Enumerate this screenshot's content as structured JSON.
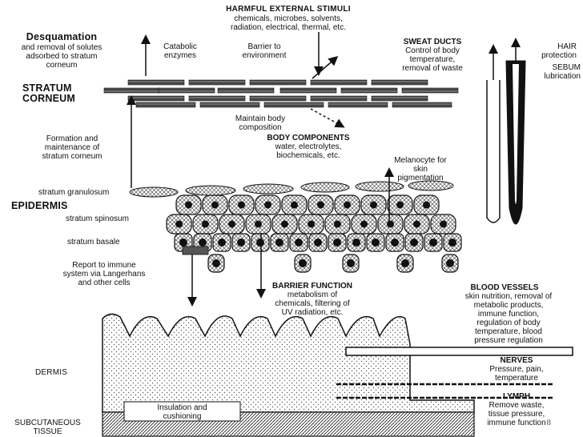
{
  "labels": {
    "harmful_title": "HARMFUL EXTERNAL STIMULI",
    "harmful_body": "chemicals, microbes, solvents,\nradiation, electrical, thermal, etc.",
    "desquamation_title": "Desquamation",
    "desquamation_body": "and removal of solutes\nadsorbed to stratum\ncorneum",
    "catabolic": "Catabolic\nenzymes",
    "barrier_env": "Barrier to\nenvironment",
    "sweat_title": "SWEAT DUCTS",
    "sweat_body": "Control of body\ntemperature,\nremoval of waste",
    "hair": "HAIR\nprotection",
    "sebum": "SEBUM\nlubrication",
    "stratum_corneum": "STRATUM\nCORNEUM",
    "maintain": "Maintain body\ncomposition",
    "body_components_title": "BODY COMPONENTS",
    "body_components_body": "water, electrolytes,\nbiochemicals, etc.",
    "formation": "Formation and\nmaintenance of\nstratum corneum",
    "melanocyte": "Melanocyte for\nskin\npigmentation",
    "stratum_granulosum": "stratum granulosum",
    "epidermis": "EPIDERMIS",
    "stratum_spinosum": "stratum spinosum",
    "stratum_basale": "stratum basale",
    "immune": "Report to immune\nsystem via Langerhans\nand other cells",
    "barrier_function_title": "BARRIER FUNCTION",
    "barrier_function_body": "metabolism of\nchemicals, filtering of\nUV radiation, etc.",
    "blood_title": "BLOOD VESSELS",
    "blood_body": "skin nutrition, removal of\nmetabolic products,\nimmune function,\nregulation of body\ntemperature, blood\npressure regulation",
    "dermis": "DERMIS",
    "nerves_title": "NERVES",
    "nerves_body": "Pressure, pain,\ntemperature",
    "lymph_title": "LYMPH",
    "lymph_body": "Remove waste,\ntissue pressure,\nimmune function",
    "insulation": "Insulation and\ncushioning",
    "subcutaneous": "SUBCUTANEOUS\nTISSUE",
    "slide_number": "8"
  }
}
